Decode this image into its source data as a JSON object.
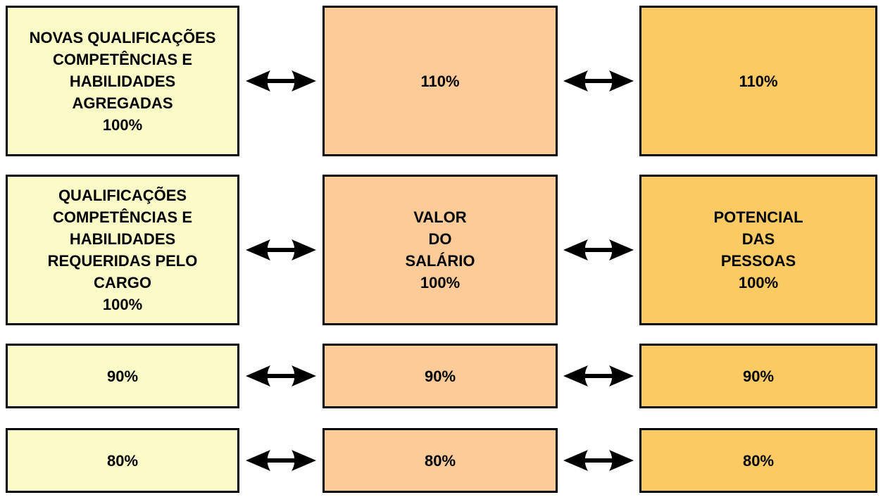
{
  "colors": {
    "column1": "#FBFBC8",
    "column2": "#FCCB97",
    "column3": "#FCCA63",
    "border": "#000000",
    "arrow": "#000000",
    "background": "#FFFFFF"
  },
  "boxes": {
    "r1c1": {
      "lines": [
        "NOVAS QUALIFICAÇÕES",
        "COMPETÊNCIAS E",
        "HABILIDADES",
        "AGREGADAS",
        "100%"
      ]
    },
    "r1c2": {
      "lines": [
        "110%"
      ]
    },
    "r1c3": {
      "lines": [
        "110%"
      ]
    },
    "r2c1": {
      "lines": [
        "QUALIFICAÇÕES",
        "COMPETÊNCIAS E",
        "HABILIDADES",
        "REQUERIDAS PELO",
        "CARGO",
        "100%"
      ]
    },
    "r2c2": {
      "lines": [
        "VALOR",
        "DO",
        "SALÁRIO",
        "100%"
      ]
    },
    "r2c3": {
      "lines": [
        "POTENCIAL",
        "DAS",
        "PESSOAS",
        "100%"
      ]
    },
    "r3c1": {
      "lines": [
        "90%"
      ]
    },
    "r3c2": {
      "lines": [
        "90%"
      ]
    },
    "r3c3": {
      "lines": [
        "90%"
      ]
    },
    "r4c1": {
      "lines": [
        "80%"
      ]
    },
    "r4c2": {
      "lines": [
        "80%"
      ]
    },
    "r4c3": {
      "lines": [
        "80%"
      ]
    }
  },
  "icons": {
    "gap_arrow": "double-headed-arrow"
  }
}
